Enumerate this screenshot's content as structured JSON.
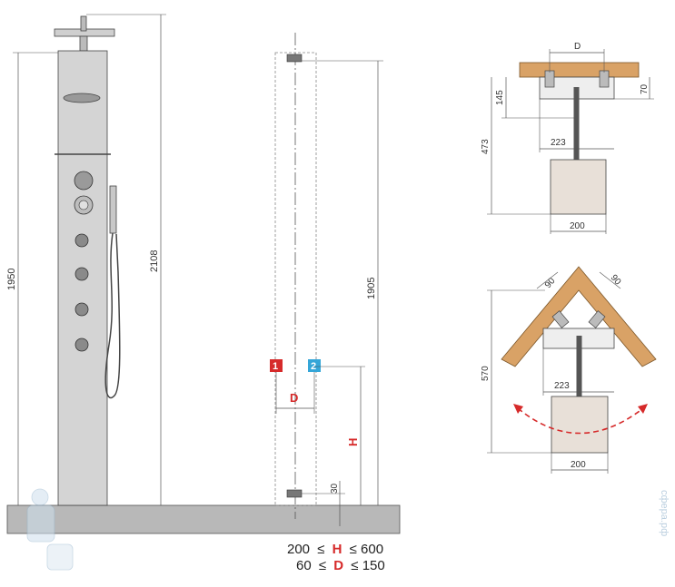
{
  "front_view": {
    "height_total": "1950",
    "height_top": "2108"
  },
  "install_view": {
    "height_connection": "1905",
    "marker_1": "1",
    "marker_2": "2",
    "label_d": "D",
    "label_h": "H",
    "base_offset": "30"
  },
  "top_view": {
    "label_d": "D",
    "dim_145": "145",
    "dim_70": "70",
    "dim_473": "473",
    "dim_223": "223",
    "dim_200": "200"
  },
  "corner_view": {
    "dim_90_left": "90",
    "dim_90_right": "90",
    "dim_570": "570",
    "dim_223": "223",
    "dim_200": "200"
  },
  "constraints": {
    "h_min": "200",
    "h_var": "H",
    "h_max": "600",
    "d_min": "60",
    "d_var": "D",
    "d_max": "150",
    "leq": "≤"
  },
  "watermark": "сфера.рф",
  "colors": {
    "wood": "#d9a266",
    "floor": "#b8b8b8",
    "accent_red": "#d62a2a",
    "marker_blue": "#35a6d8",
    "line": "#555555"
  }
}
